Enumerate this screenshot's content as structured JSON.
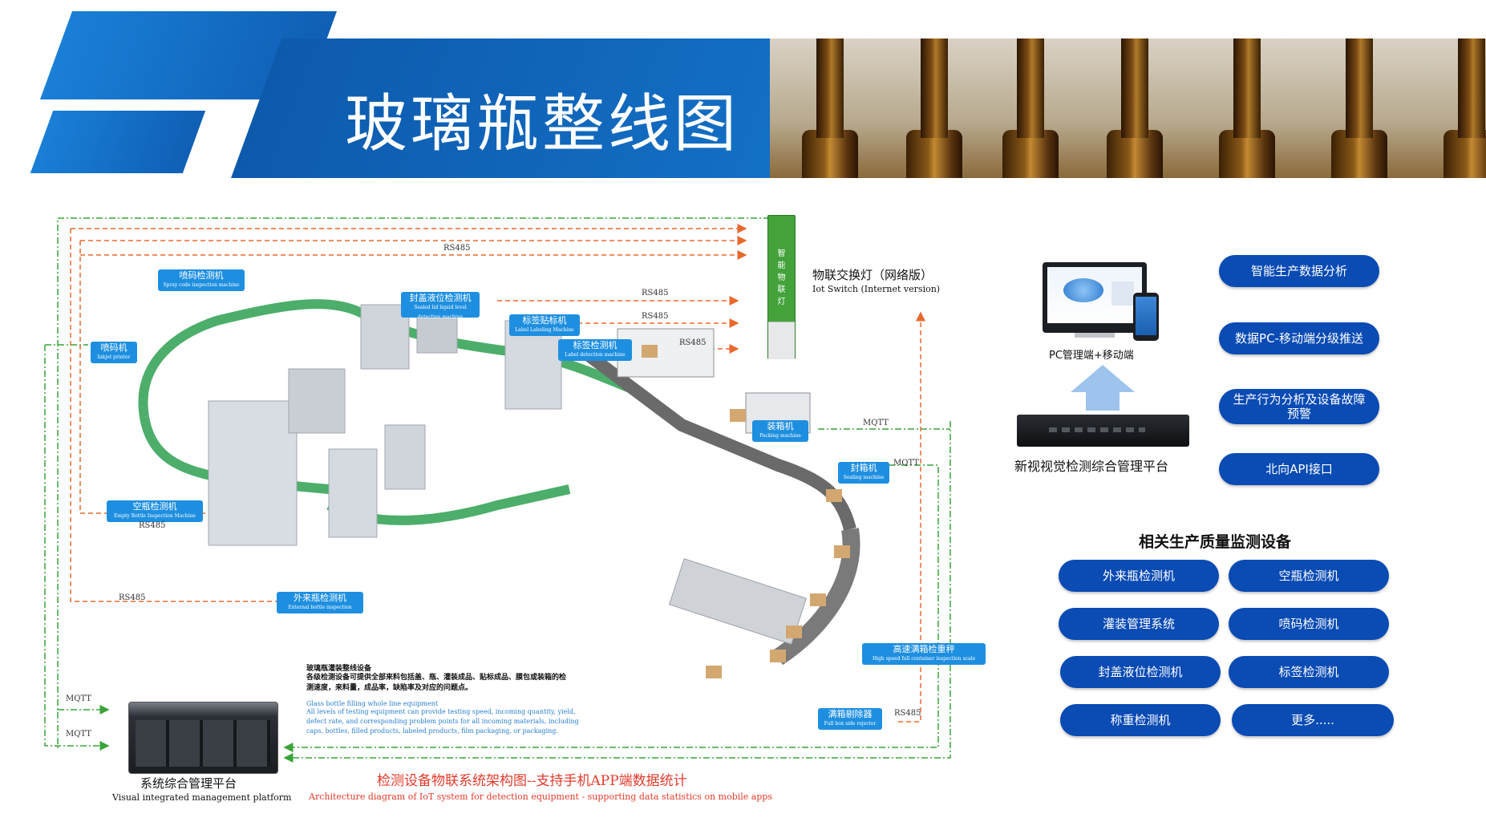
{
  "header": {
    "title": "玻璃瓶整线图"
  },
  "iot_switch": {
    "vertical_text": [
      "智",
      "能",
      "物",
      "联",
      "灯"
    ],
    "label_cn": "物联交换灯（网络版）",
    "label_en": "Iot Switch (Internet version)"
  },
  "equipment_tags": [
    {
      "cn": "喷码检测机",
      "en": "Spray code inspection machine"
    },
    {
      "cn": "喷码机",
      "en": "Inkjet printer"
    },
    {
      "cn": "封盖液位检测机",
      "en": "Sealed lid liquid level detection machine"
    },
    {
      "cn": "标签贴标机",
      "en": "Label Labeling Machine"
    },
    {
      "cn": "标签检测机",
      "en": "Label detection machine"
    },
    {
      "cn": "装箱机",
      "en": "Packing machine"
    },
    {
      "cn": "封箱机",
      "en": "Sealing machine"
    },
    {
      "cn": "空瓶检测机",
      "en": "Empty Bottle Inspection Machine"
    },
    {
      "cn": "外来瓶检测机",
      "en": "External bottle inspection machine"
    },
    {
      "cn": "高速满箱检重秤",
      "en": "High speed full container inspection scale"
    },
    {
      "cn": "满箱剔除器",
      "en": "Full box side rejecter"
    }
  ],
  "protocols": {
    "rs485": "RS485",
    "mqtt": "MQTT"
  },
  "description": {
    "cn_title": "玻璃瓶灌装整线设备",
    "cn_body": "各级检测设备可提供全部来料包括盖、瓶、灌装成品、贴标成品、膜包或装箱的检测速度，来料量，成品率，缺陷率及对应的问题点。",
    "en_title": "Glass bottle filling whole line equipment",
    "en_body": "All levels of testing equipment can provide testing speed, incoming quantity, yield, defect rate, and corresponding problem points for all incoming materials, including caps, bottles, filled products, labeled products, film packaging, or packaging."
  },
  "server": {
    "label_cn": "系统综合管理平台",
    "label_en": "Visual integrated management platform"
  },
  "caption": {
    "cn": "检测设备物联系统架构图--支持手机APP端数据统计",
    "en": "Architecture diagram of IoT system for detection equipment - supporting data statistics on mobile apps"
  },
  "platform": {
    "pc_mobile_label": "PC管理端+移动端",
    "manager_label": "新视视觉检测综合管理平台"
  },
  "feature_pills": [
    "智能生产数据分析",
    "数据PC-移动端分级推送",
    "生产行为分析及设备故障预警",
    "北向API接口"
  ],
  "related": {
    "title": "相关生产质量监测设备",
    "items": [
      "外来瓶检测机",
      "空瓶检测机",
      "灌装管理系统",
      "喷码检测机",
      "封盖液位检测机",
      "标签检测机",
      "称重检测机",
      "更多....."
    ]
  },
  "colors": {
    "brand_blue": "#0a4bb4",
    "rs485_line": "#e8692c",
    "mqtt_line": "#3aa33a",
    "tag_blue": "#1e8fe0",
    "caption_red": "#e23a2a"
  }
}
